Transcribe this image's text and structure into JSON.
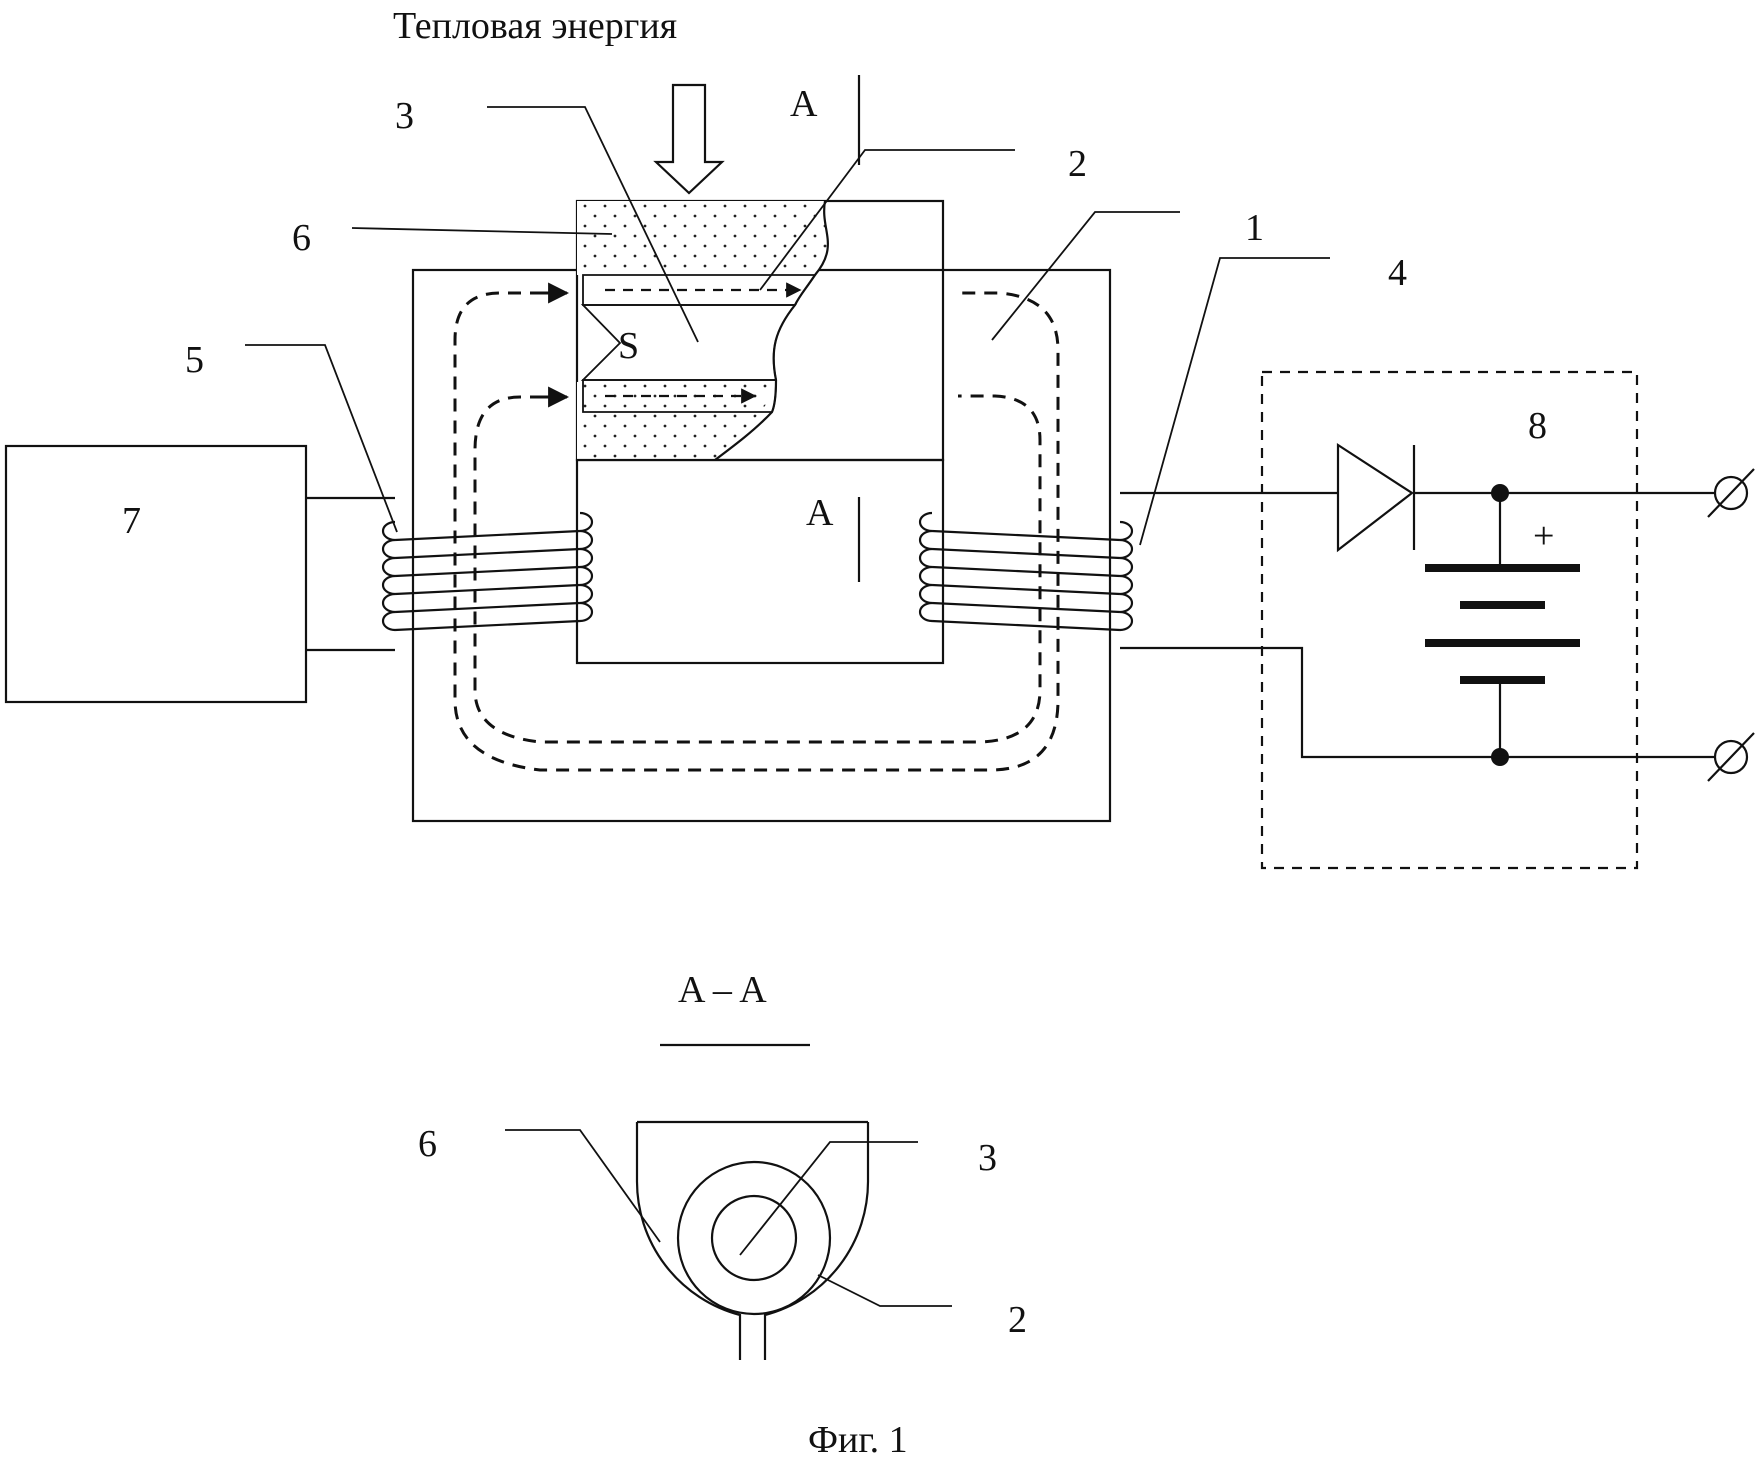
{
  "texts": {
    "heat_energy": "Тепловая энергия",
    "section_top": "A",
    "section_bottom": "A",
    "south_pole": "S",
    "plus": "+",
    "section_title": "A – A",
    "caption": "Фиг. 1"
  },
  "labels": {
    "l1": "1",
    "l2": "2",
    "l3": "3",
    "l4": "4",
    "l5": "5",
    "l6": "6",
    "l7": "7",
    "l8": "8",
    "s_l2": "2",
    "s_l3": "3",
    "s_l6": "6"
  },
  "colors": {
    "line": "#111111",
    "magnet_fill": "#8c8c8c",
    "background": "#ffffff"
  }
}
